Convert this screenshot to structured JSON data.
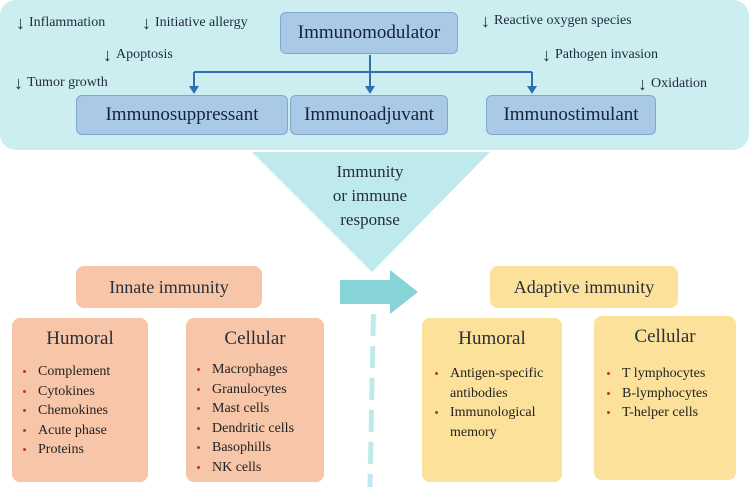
{
  "colors": {
    "top_panel": "#cdeef0",
    "blue_box": "#a9c9e6",
    "connector": "#2e6fb3",
    "funnel": "#bfeaec",
    "innate_orange": "#f7c5a8",
    "adaptive_yellow": "#fce19a",
    "bullet": "#c0392b"
  },
  "top": {
    "root": "Immunomodulator",
    "children": [
      "Immunosuppressant",
      "Immunoadjuvant",
      "Immunostimulant"
    ],
    "effects_left": [
      {
        "arrow": "↓",
        "label": "Inflammation"
      },
      {
        "arrow": "↓",
        "label": "Initiative allergy"
      },
      {
        "arrow": "↓",
        "label": "Apoptosis"
      },
      {
        "arrow": "↓",
        "label": "Tumor growth"
      }
    ],
    "effects_right": [
      {
        "arrow": "↓",
        "label": "Reactive oxygen species"
      },
      {
        "arrow": "↓",
        "label": "Pathogen invasion"
      },
      {
        "arrow": "↓",
        "label": "Oxidation"
      }
    ]
  },
  "funnel": {
    "line1": "Immunity",
    "line2": "or immune",
    "line3": "response"
  },
  "innate": {
    "heading": "Innate immunity",
    "humoral": {
      "title": "Humoral",
      "items": [
        "Complement",
        "Cytokines",
        "Chemokines",
        "Acute phase",
        "Proteins"
      ]
    },
    "cellular": {
      "title": "Cellular",
      "items": [
        "Macrophages",
        "Granulocytes",
        "Mast cells",
        "Dendritic cells",
        "Basophills",
        "NK cells"
      ]
    }
  },
  "adaptive": {
    "heading": "Adaptive immunity",
    "humoral": {
      "title": "Humoral",
      "items": [
        "Antigen-specific antibodies",
        "Immunological memory"
      ]
    },
    "cellular": {
      "title": "Cellular",
      "items": [
        "T lymphocytes",
        "B-lymphocytes",
        "T-helper cells"
      ]
    }
  }
}
